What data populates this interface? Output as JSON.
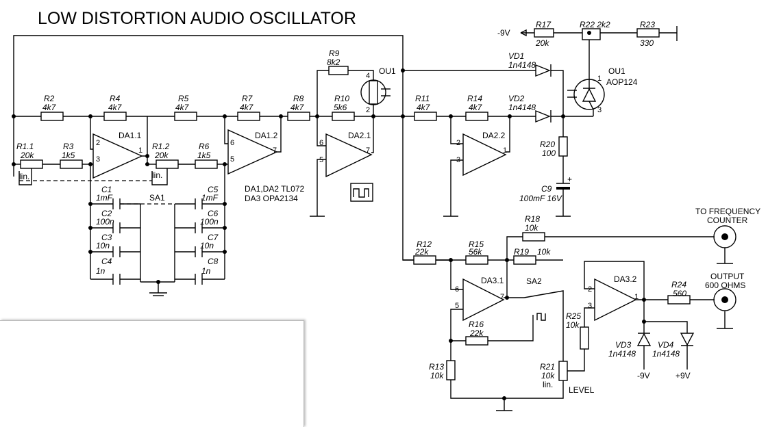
{
  "title": "LOW DISTORTION AUDIO OSCILLATOR",
  "resistors": [
    {
      "ref": "R2",
      "value": "4k7"
    },
    {
      "ref": "R4",
      "value": "4k7"
    },
    {
      "ref": "R5",
      "value": "4k7"
    },
    {
      "ref": "R7",
      "value": "4k7"
    },
    {
      "ref": "R8",
      "value": "4k7"
    },
    {
      "ref": "R9",
      "value": "8k2"
    },
    {
      "ref": "R10",
      "value": "5k6"
    },
    {
      "ref": "R11",
      "value": "4k7"
    },
    {
      "ref": "R14",
      "value": "4k7"
    },
    {
      "ref": "R3",
      "value": "1k5"
    },
    {
      "ref": "R6",
      "value": "1k5"
    },
    {
      "ref": "R17",
      "value": "20k"
    },
    {
      "ref": "R23",
      "value": "330"
    },
    {
      "ref": "R20",
      "value": "100"
    },
    {
      "ref": "R18",
      "value": "10k"
    },
    {
      "ref": "R12",
      "value": "22k"
    },
    {
      "ref": "R15",
      "value": "56k"
    },
    {
      "ref": "R19",
      "value": "10k"
    },
    {
      "ref": "R16",
      "value": "22k"
    },
    {
      "ref": "R13",
      "value": "10k"
    },
    {
      "ref": "R25",
      "value": "10k"
    },
    {
      "ref": "R24",
      "value": "560"
    }
  ],
  "r22": "R22 2k2",
  "pots": [
    {
      "ref": "R1.1",
      "value": "20k",
      "note": "lin."
    },
    {
      "ref": "R1.2",
      "value": "20k",
      "note": "lin."
    },
    {
      "ref": "R21",
      "value": "10k",
      "note": "lin."
    }
  ],
  "capacitors": [
    {
      "ref": "C1",
      "value": "1mF"
    },
    {
      "ref": "C2",
      "value": "100n"
    },
    {
      "ref": "C3",
      "value": "10n"
    },
    {
      "ref": "C4",
      "value": "1n"
    },
    {
      "ref": "C5",
      "value": "1mF"
    },
    {
      "ref": "C6",
      "value": "100n"
    },
    {
      "ref": "C7",
      "value": "10n"
    },
    {
      "ref": "C8",
      "value": "1n"
    }
  ],
  "c9": {
    "ref": "C9",
    "value": "100mF 16V"
  },
  "opamps": [
    "DA1.1",
    "DA1.2",
    "DA2.1",
    "DA2.2",
    "DA3.1",
    "DA3.2"
  ],
  "diodes": [
    {
      "ref": "VD1",
      "value": "1n4148"
    },
    {
      "ref": "VD2",
      "value": "1n4148"
    },
    {
      "ref": "VD3",
      "value": "1n4148"
    },
    {
      "ref": "VD4",
      "value": "1n4148"
    }
  ],
  "optocoupler": {
    "ref": "OU1",
    "part": "AOP124"
  },
  "switches": [
    "SA1",
    "SA2"
  ],
  "ic_note_1": "DA1,DA2 TL072",
  "ic_note_2": "DA3 OPA2134",
  "supply_neg": "-9V",
  "supply_pos": "+9V",
  "freq_counter_1": "TO FREQUENCY",
  "freq_counter_2": "COUNTER",
  "output_1": "OUTPUT",
  "output_2": "600 OHMS",
  "level": "LEVEL"
}
